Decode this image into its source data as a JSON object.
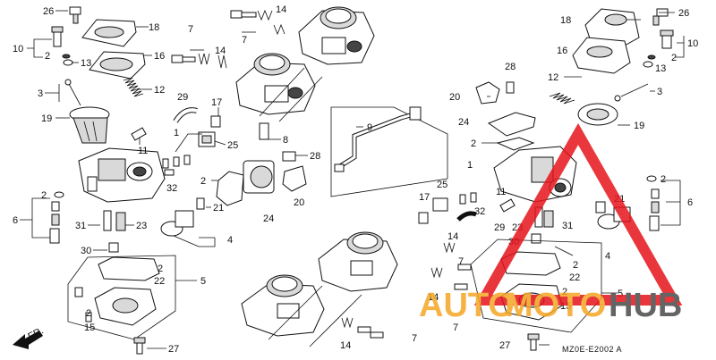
{
  "diagram": {
    "drawing_code": "MZ0E-E2002 A",
    "direction_label": "FR.",
    "callouts_left": [
      "26",
      "18",
      "10",
      "2",
      "13",
      "16",
      "3",
      "12",
      "19",
      "11",
      "6",
      "2",
      "31",
      "23",
      "30",
      "5",
      "2",
      "22",
      "2",
      "15",
      "27"
    ],
    "callouts_center": [
      "7",
      "14",
      "7",
      "14",
      "29",
      "17",
      "1",
      "25",
      "2",
      "21",
      "4",
      "32",
      "8",
      "28",
      "9",
      "24",
      "20"
    ],
    "callouts_right": [
      "18",
      "26",
      "16",
      "10",
      "2",
      "13",
      "12",
      "3",
      "28",
      "20",
      "24",
      "19",
      "2",
      "1",
      "2",
      "6",
      "25",
      "17",
      "11",
      "32",
      "21",
      "29",
      "31",
      "23",
      "30",
      "4",
      "14",
      "7",
      "14",
      "7",
      "2",
      "22",
      "5",
      "2",
      "15",
      "27",
      "14",
      "7"
    ]
  },
  "watermark": {
    "brand_part1": "AUTO",
    "brand_part2": "MOTO",
    "brand_part3": "HUB",
    "color_red": "#e5141b",
    "color_orange": "#f5a623",
    "color_gray": "#4a4a4a"
  }
}
